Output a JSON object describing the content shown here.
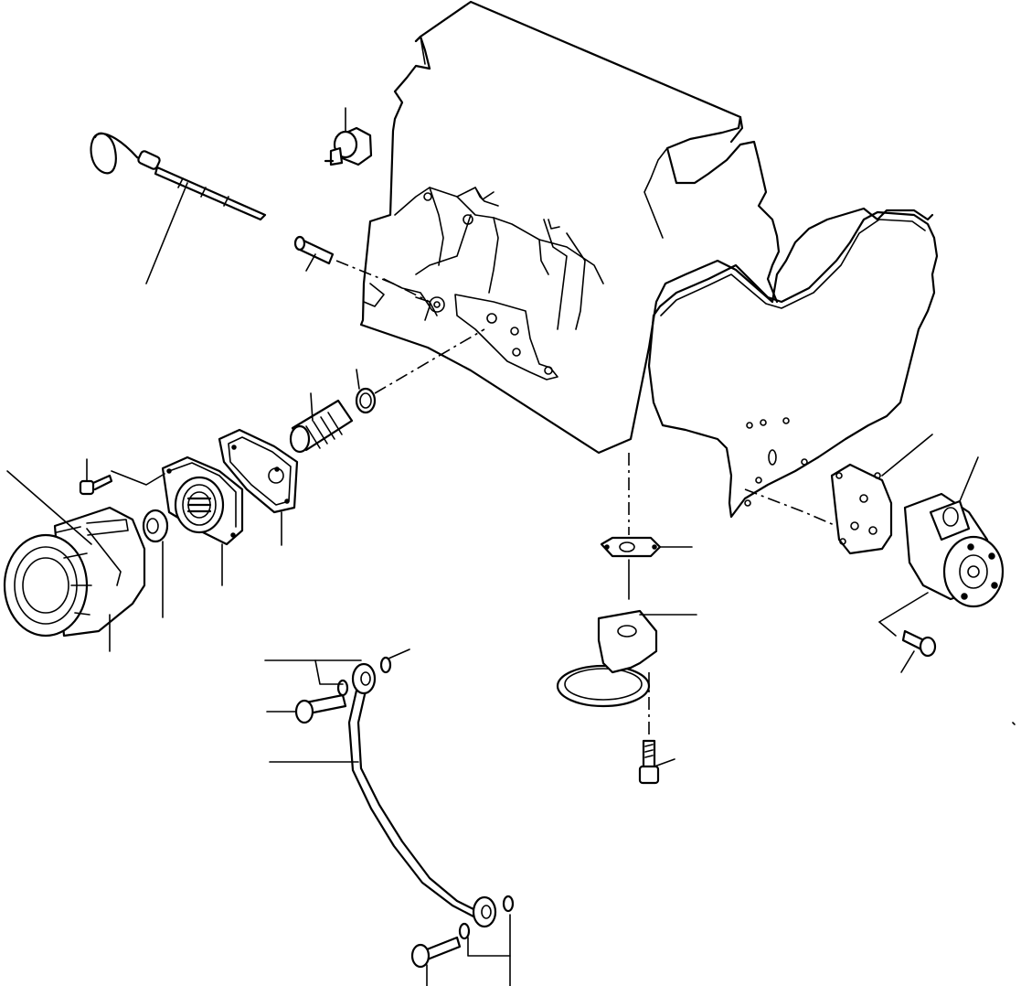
{
  "diagram": {
    "style": "monochrome-line-art",
    "stroke_color": "#000000",
    "background_color": "#ffffff",
    "components": [
      "engine-block",
      "timing-cover",
      "oil-dipstick",
      "oil-pressure-switch",
      "dowel-pin",
      "o-ring",
      "relief-valve",
      "filter-head-gasket",
      "oil-filter-head",
      "filter-bolt",
      "nipple",
      "oil-filter",
      "oil-pump-gasket",
      "oil-pump",
      "pump-bolt",
      "strainer-gasket",
      "oil-strainer",
      "strainer-bolt",
      "oil-pipe",
      "pipe-eye-bolt",
      "pipe-gasket"
    ]
  }
}
